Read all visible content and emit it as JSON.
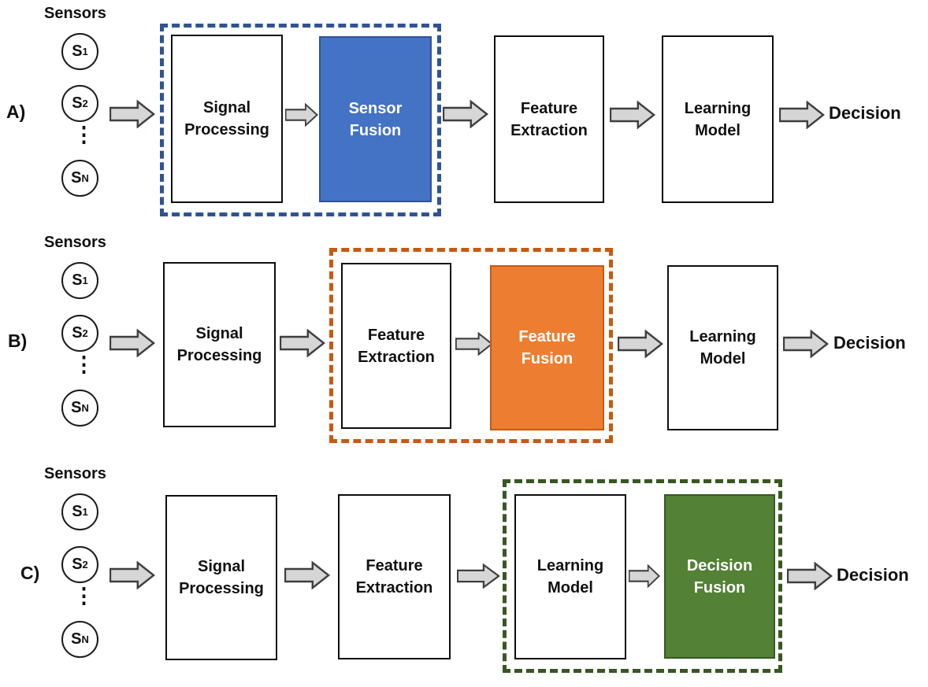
{
  "colors": {
    "sensor_fusion_fill": "#4472C4",
    "sensor_fusion_border": "#2F5496",
    "feature_fusion_fill": "#ED7D31",
    "feature_fusion_border": "#C55A11",
    "decision_fusion_fill": "#538135",
    "decision_fusion_border": "#385723",
    "dash_blue": "#2F5496",
    "dash_orange": "#C55A11",
    "dash_green": "#385723",
    "arrow_fill": "#D6D6D6",
    "arrow_stroke": "#3F3F3F"
  },
  "rows": [
    {
      "row_label": "A)",
      "sensors_title": "Sensors",
      "sensor_1": {
        "base": "S",
        "sub": "1"
      },
      "sensor_2": {
        "base": "S",
        "sub": "2"
      },
      "sensor_n": {
        "base": "S",
        "sub": "N"
      },
      "ellipsis": "⋮",
      "signal_processing": "Signal Processing",
      "fusion": "Sensor Fusion",
      "feature_extraction": "Feature Extraction",
      "learning_model": "Learning Model",
      "output_label": "Decision"
    },
    {
      "row_label": "B)",
      "sensors_title": "Sensors",
      "sensor_1": {
        "base": "S",
        "sub": "1"
      },
      "sensor_2": {
        "base": "S",
        "sub": "2"
      },
      "sensor_n": {
        "base": "S",
        "sub": "N"
      },
      "ellipsis": "⋮",
      "signal_processing": "Signal Processing",
      "feature_extraction": "Feature Extraction",
      "fusion": "Feature Fusion",
      "learning_model": "Learning Model",
      "output_label": "Decision"
    },
    {
      "row_label": "C)",
      "sensors_title": "Sensors",
      "sensor_1": {
        "base": "S",
        "sub": "1"
      },
      "sensor_2": {
        "base": "S",
        "sub": "2"
      },
      "sensor_n": {
        "base": "S",
        "sub": "N"
      },
      "ellipsis": "⋮",
      "signal_processing": "Signal Processing",
      "feature_extraction": "Feature Extraction",
      "learning_model": "Learning Model",
      "fusion": "Decision Fusion",
      "output_label": "Decision"
    }
  ]
}
